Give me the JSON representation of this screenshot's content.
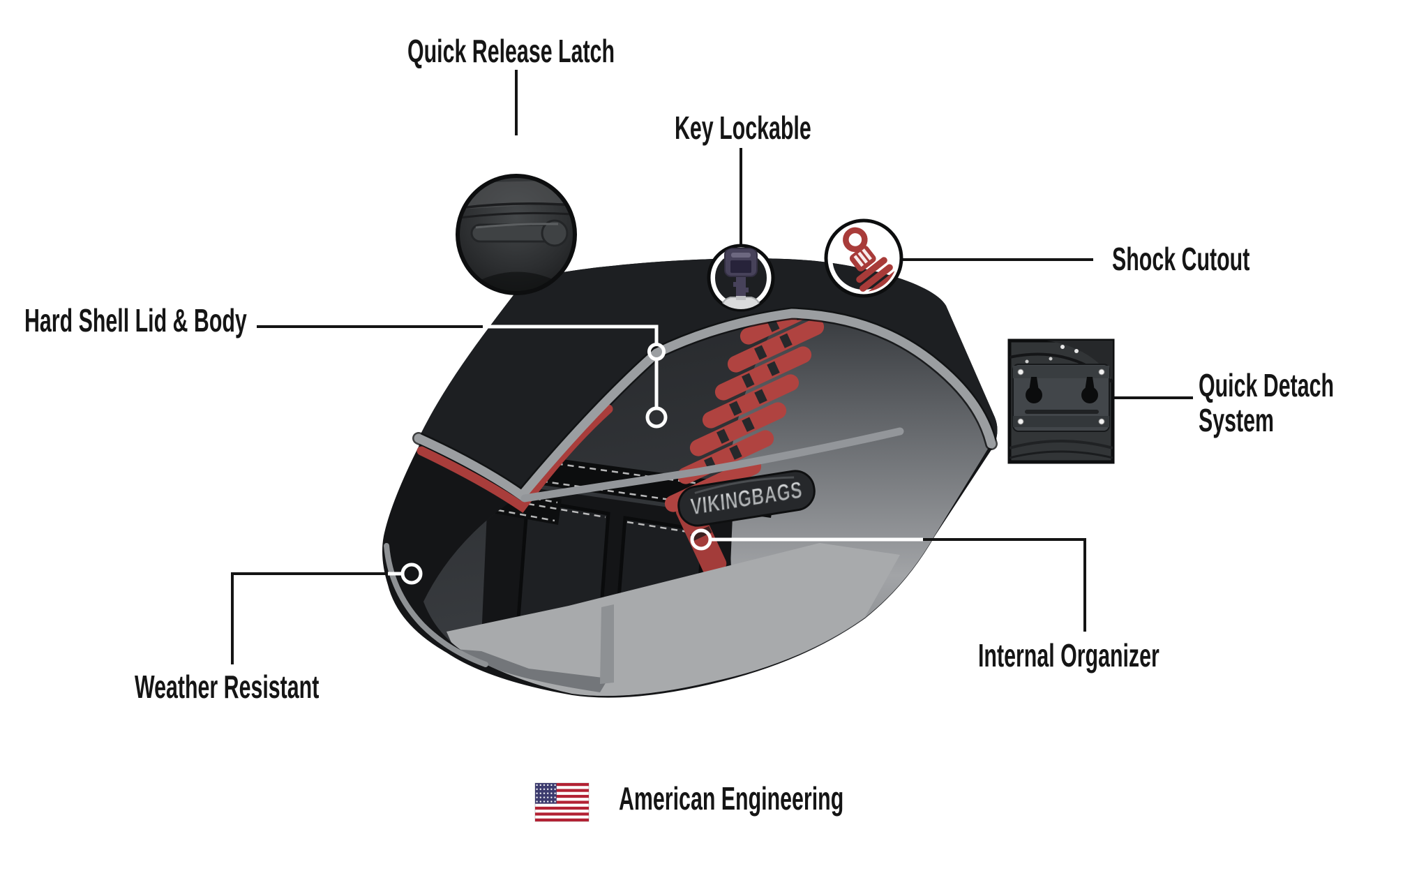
{
  "diagram_title": "Saddlebag feature callout diagram",
  "labels": {
    "quick_release_latch": "Quick Release Latch",
    "key_lockable": "Key Lockable",
    "shock_cutout": "Shock Cutout",
    "hard_shell_lid_body": "Hard Shell Lid & Body",
    "quick_detach_line1": "Quick Detach",
    "quick_detach_line2": "System",
    "internal_organizer": "Internal Organizer",
    "weather_resistant": "Weather Resistant",
    "american_engineering": "American Engineering"
  },
  "badge": {
    "text": "VIKINGBAGS"
  },
  "icons": {
    "latch_inset": "quick-release-latch-photo-inset",
    "key_icon": "key-in-lock-icon",
    "shock_icon": "shock-absorber-icon",
    "quick_detach_inset": "mounting-bracket-photo-inset",
    "flag_icon": "us-flag-icon"
  },
  "colors": {
    "bag_black": "#141517",
    "lid_black": "#1d1f22",
    "seam_gray": "#9b9ea1",
    "accent_red": "#a93d3b",
    "shock_red": "#b04340",
    "panel_gray": "#a8aaac",
    "line_black": "#141414",
    "marker_white": "#ffffff",
    "flag_red": "#b22234",
    "flag_blue": "#3c3b6e"
  }
}
